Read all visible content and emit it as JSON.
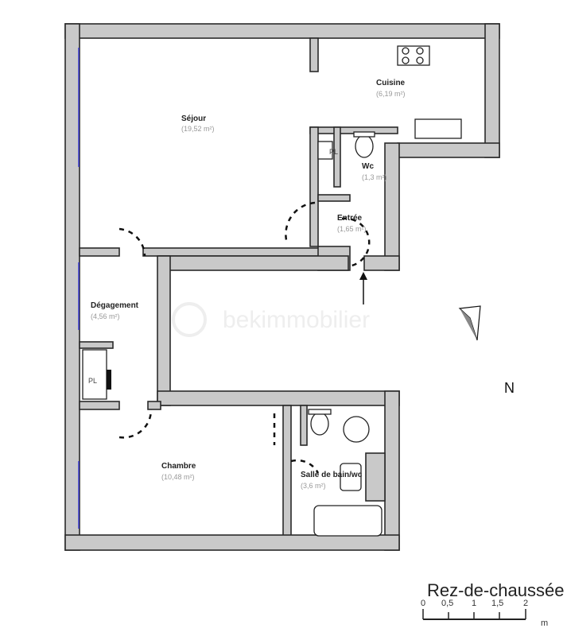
{
  "rooms": {
    "sejour": {
      "name": "Séjour",
      "area": "(19,52 m²)"
    },
    "cuisine": {
      "name": "Cuisine",
      "area": "(6,19 m²)"
    },
    "wc": {
      "name": "Wc",
      "area": "(1,3 m²)"
    },
    "entree": {
      "name": "Entrée",
      "area": "(1,65 m²)"
    },
    "degagement": {
      "name": "Dégagement",
      "area": "(4,56 m²)"
    },
    "chambre": {
      "name": "Chambre",
      "area": "(10,48 m²)"
    },
    "sdb": {
      "name": "Salle de bain/wc",
      "area": "(3,6 m²)"
    }
  },
  "closets": [
    "PL",
    "PL"
  ],
  "north_label": "N",
  "watermark": "bekimmobilier",
  "level_title": "Rez-de-chaussée",
  "scale": {
    "ticks": [
      "0",
      "0,5",
      "1",
      "1,5",
      "2"
    ],
    "unit": "m"
  },
  "colors": {
    "wall": "#c9c9c9",
    "window": "#3b3bd0"
  }
}
